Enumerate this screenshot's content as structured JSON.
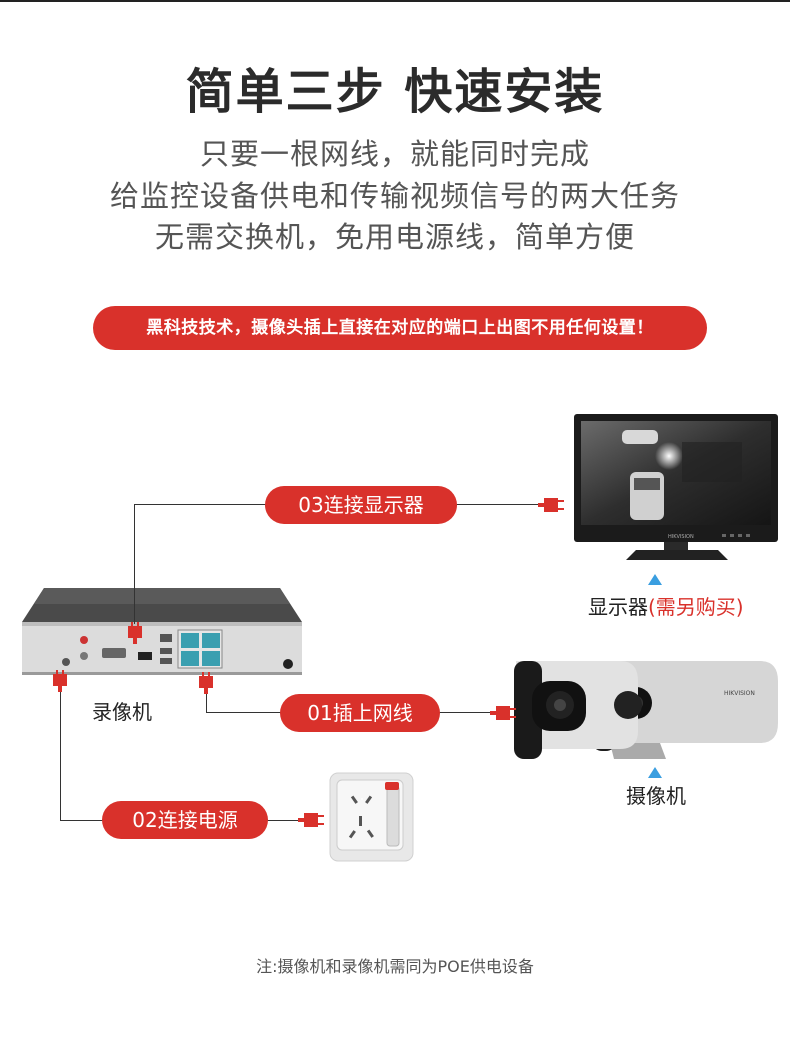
{
  "title": "简单三步 快速安装",
  "subtitle_lines": [
    "只要一根网线，就能同时完成",
    "给监控设备供电和传输视频信号的两大任务",
    "无需交换机，免用电源线，简单方便"
  ],
  "banner": "黑科技技术，摄像头插上直接在对应的端口上出图不用任何设置！",
  "steps": {
    "step1": "01插上网线",
    "step2": "02连接电源",
    "step3": "03连接显示器"
  },
  "labels": {
    "nvr": "录像机",
    "monitor": "显示器",
    "monitor_note": "(需另购买)",
    "camera": "摄像机"
  },
  "camera_brand": "HIKVISION",
  "note": "注:摄像机和录像机需同为POE供电设备",
  "colors": {
    "accent": "#d9312b",
    "arrow": "#3a9ee0"
  }
}
